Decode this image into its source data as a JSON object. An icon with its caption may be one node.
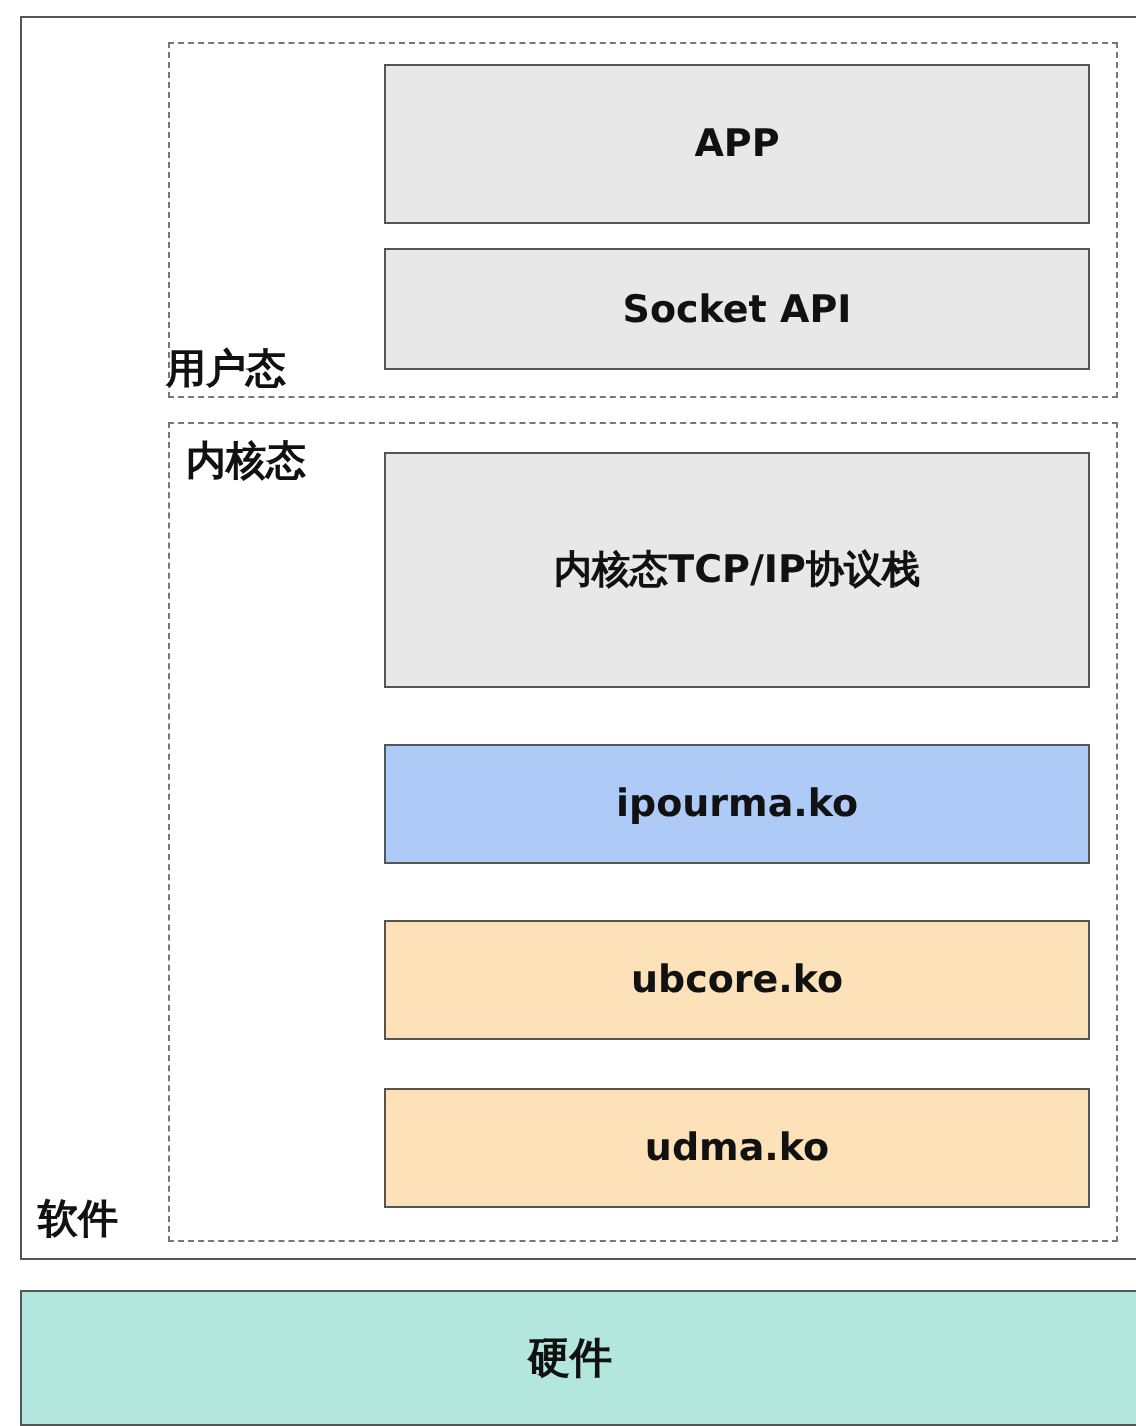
{
  "diagram": {
    "nodes": [
      {
        "text": [
          "软件"
        ]
      },
      {
        "text": [
          "用户态"
        ],
        "in": 0
      },
      {
        "text": [
          "APP"
        ],
        "in": 1
      },
      {
        "text": [
          "Socket API"
        ],
        "in": 1
      },
      {
        "text": [
          "内核态"
        ],
        "in": 0
      },
      {
        "text": [
          "内核态TCP/IP协议栈"
        ],
        "in": 4
      },
      {
        "text": [
          "ipourma.ko"
        ],
        "in": 4
      },
      {
        "text": [
          "ubcore.ko"
        ],
        "in": 4
      },
      {
        "text": [
          "udma.ko"
        ],
        "in": 4
      },
      {
        "text": [
          "硬件"
        ]
      }
    ],
    "edges": []
  }
}
